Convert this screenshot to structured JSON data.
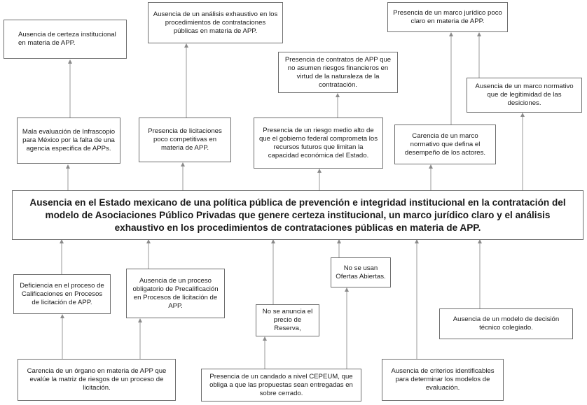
{
  "central": "Ausencia en el Estado mexicano de una política pública de prevención e integridad institucional en la contratación del modelo de Asociaciones Público Privadas que genere certeza institucional, un marco jurídico claro y el análisis exhaustivo en los procedimientos de contrataciones públicas en materia de APP.",
  "effects": {
    "certeza": "Ausencia de certeza institucional en materia de APP.",
    "analisis": "Ausencia de un análisis exhaustivo en los procedimientos de contrataciones públicas en materia de APP.",
    "contratos_riesgos": "Presencia de contratos de APP que no asumen riesgos financieros en virtud de la naturaleza de la contratación.",
    "marco_juridico": "Presencia de un marco jurídico poco claro en materia de APP.",
    "marco_normativo_legitimidad": "Ausencia de un marco normativo que de legitimidad de las desiciones.",
    "mala_evaluacion": "Mala evaluación de Infrascopio para México por la falta de una agencia especifica de APPs.",
    "licitaciones": "Presencia de licitaciones poco competitivas en materia de APP.",
    "riesgo_medio": "Presencia de un riesgo medio alto de que el gobierno federal comprometa los recursos futuros que limitan la capacidad económica del Estado.",
    "carencia_marco": "Carencia de un marco normativo que defina el desempeño de los actores."
  },
  "causes": {
    "deficiencia": "Deficiencia en el proceso de Calificaciones en Procesos de licitación de APP.",
    "precalificacion": "Ausencia de un proceso obligatorio de Precalificación en Procesos de licitación de APP.",
    "ofertas": "No se usan Ofertas Abiertas.",
    "reserva": "No se anuncia el precio de Reserva,",
    "modelo_decision": "Ausencia de un modelo de decisión técnico colegiado.",
    "organo": "Carencia de un órgano en materia de APP que evalúe la matriz de riesgos de un proceso de licitación.",
    "candado": "Presencia de un candado a nivel CEPEUM, que obliga a que las propuestas sean entregadas en sobre cerrado.",
    "criterios": "Ausencia de criterios identificables para determinar los modelos de evaluación."
  }
}
